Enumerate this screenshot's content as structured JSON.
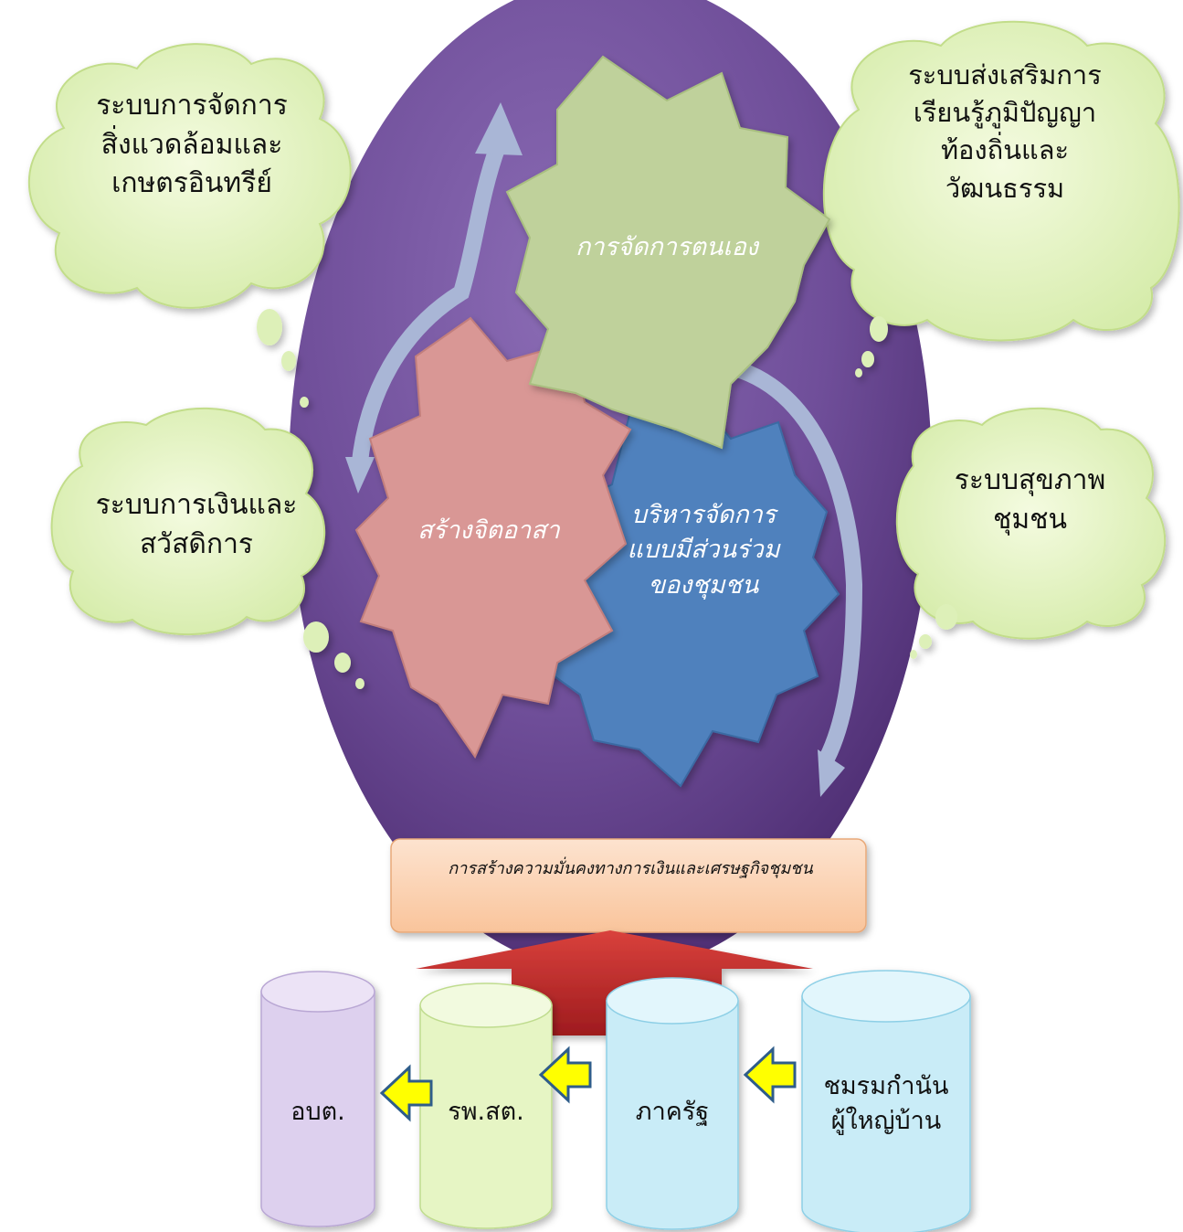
{
  "clouds": {
    "top_left": {
      "lines": [
        "ระบบการจัดการ",
        "สิ่งแวดล้อมและ",
        "เกษตรอินทรีย์"
      ]
    },
    "top_right": {
      "lines": [
        "ระบบส่งเสริมการ",
        "เรียนรู้ภูมิปัญญา",
        "ท้องถิ่นและ",
        "วัฒนธรรม"
      ]
    },
    "mid_left": {
      "lines": [
        "ระบบการเงินและ",
        "สวัสดิการ"
      ]
    },
    "mid_right": {
      "lines": [
        "ระบบสุขภาพ",
        "ชุมชน"
      ]
    }
  },
  "gears": {
    "green": {
      "label": "การจัดการตนเอง",
      "color": "#bfd19b"
    },
    "pink": {
      "label": "สร้างจิตอาสา",
      "color": "#d99795"
    },
    "blue": {
      "lines": [
        "บริหารจัดการ",
        "แบบมีส่วนร่วม",
        "ของชุมชน"
      ],
      "color": "#4f81bd"
    }
  },
  "banner": {
    "label": "การสร้างความมั่นคงทางการเงินและเศรษฐกิจชุมชน"
  },
  "cylinders": [
    {
      "label_lines": [
        "อบต."
      ],
      "color": "#ddd0ee"
    },
    {
      "label_lines": [
        "รพ.สต."
      ],
      "color": "#e6f5c4"
    },
    {
      "label_lines": [
        "ภาครัฐ"
      ],
      "color": "#c9ecf7"
    },
    {
      "label_lines": [
        "ชมรมกำนัน",
        "ผู้ใหญ่บ้าน"
      ],
      "color": "#c9ecf7"
    }
  ],
  "colors": {
    "oval": "#6b4a93",
    "cloud": "#ddf0b8",
    "cycle_arrow": "#a9b6d6",
    "up_arrow": "#c0282a",
    "small_arrow": "#ffff00"
  }
}
